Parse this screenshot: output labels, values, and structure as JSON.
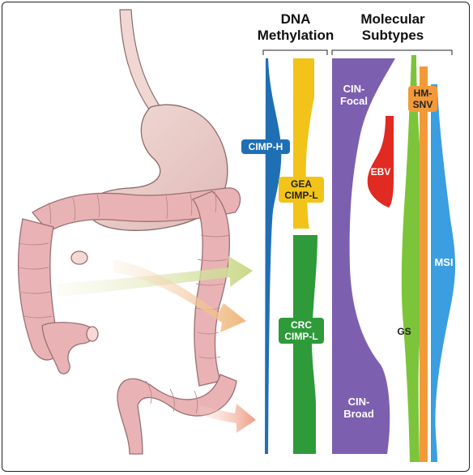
{
  "headers": {
    "dna_methylation": "DNA\nMethylation",
    "molecular_subtypes": "Molecular\nSubtypes"
  },
  "labels": {
    "cimp_h": "CIMP-H",
    "gea_cimp_l": "GEA\nCIMP-L",
    "crc_cimp_l": "CRC\nCIMP-L",
    "cin_focal": "CIN-\nFocal",
    "cin_broad": "CIN-\nBroad",
    "ebv": "EBV",
    "hm_snv": "HM-\nSNV",
    "gs": "GS",
    "msi": "MSI"
  },
  "colors": {
    "cimp_h": "#1f6fb5",
    "gea_cimp_l": "#f2c318",
    "crc_cimp_l": "#2e9a3a",
    "cin": "#7d5fb0",
    "ebv": "#e02a22",
    "gs": "#7cc43a",
    "hm_snv": "#f29a3a",
    "msi": "#3a9ee0",
    "organ": "#e9b3b6"
  }
}
